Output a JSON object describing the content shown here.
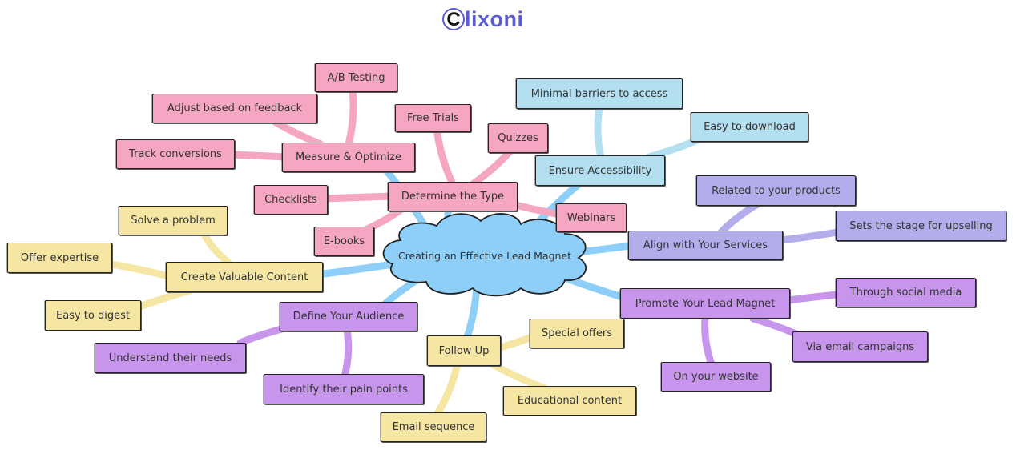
{
  "logo": {
    "text": "lixoni",
    "letter": "C",
    "brand_color": "#5b5bd6"
  },
  "colors": {
    "center": "#8dcff8",
    "pink": "#f4a6c3",
    "blue_light": "#b3dff0",
    "lavender": "#b3adec",
    "purple": "#c795ec",
    "yellow": "#f5e6a4",
    "trunk": "#8dcff8"
  },
  "mindmap": {
    "center": "Creating an Effective Lead Magnet",
    "branches": [
      {
        "label": "Determine the Type",
        "color": "pink",
        "children": [
          "Free Trials",
          "Quizzes",
          "Webinars",
          "E-books",
          "Checklists"
        ]
      },
      {
        "label": "Measure & Optimize",
        "color": "pink",
        "children": [
          "A/B Testing",
          "Adjust based on feedback",
          "Track conversions"
        ]
      },
      {
        "label": "Ensure Accessibility",
        "color": "blue_light",
        "children": [
          "Minimal barriers to access",
          "Easy to download"
        ]
      },
      {
        "label": "Align with Your Services",
        "color": "lavender",
        "children": [
          "Related to your products",
          "Sets the stage for upselling"
        ]
      },
      {
        "label": "Promote Your Lead Magnet",
        "color": "purple",
        "children": [
          "Through social media",
          "Via email campaigns",
          "On your website"
        ]
      },
      {
        "label": "Follow Up",
        "color": "yellow",
        "children": [
          "Special offers",
          "Educational content",
          "Email sequence"
        ]
      },
      {
        "label": "Define Your Audience",
        "color": "purple",
        "children": [
          "Understand their needs",
          "Identify their pain points"
        ]
      },
      {
        "label": "Create Valuable Content",
        "color": "yellow",
        "children": [
          "Solve a problem",
          "Offer expertise",
          "Easy to digest"
        ]
      }
    ]
  }
}
